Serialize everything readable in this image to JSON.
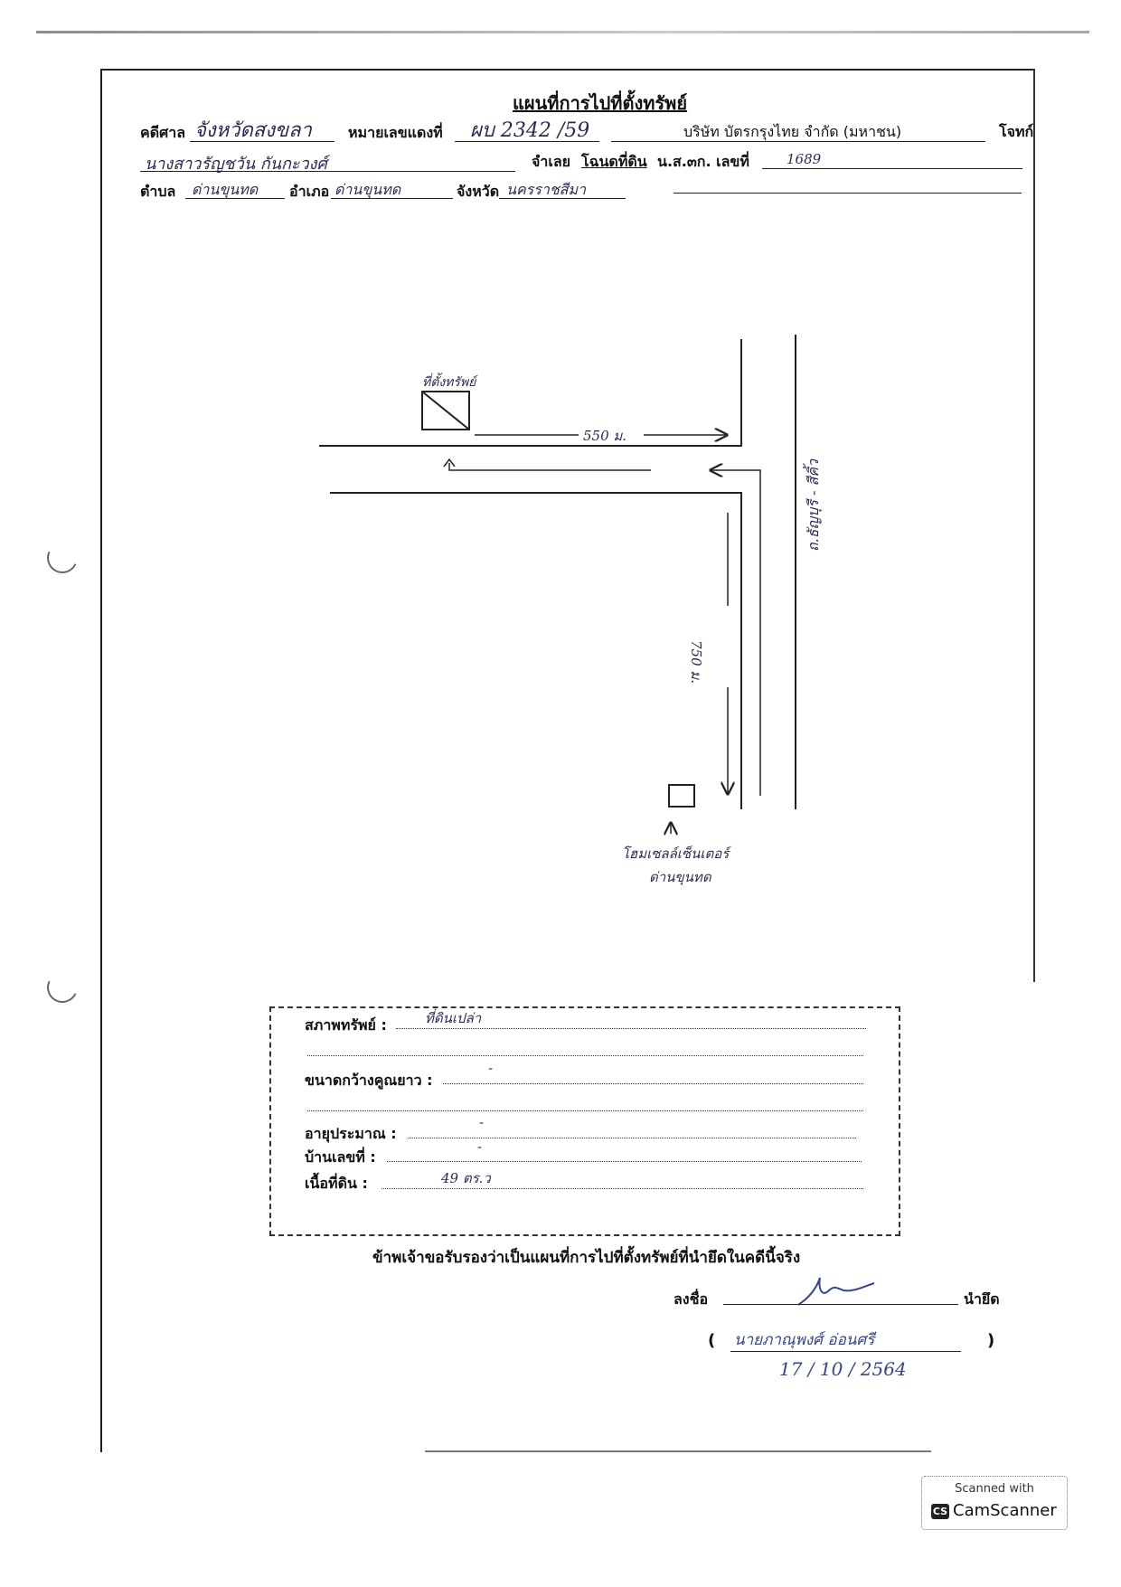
{
  "document": {
    "title": "แผนที่การไปที่ตั้งทรัพย์",
    "court_label": "คดีศาล",
    "court_value": "จังหวัดสงขลา",
    "case_no_label": "หมายเลขแดงที่",
    "case_no_value": "ผบ 2342 /59",
    "plaintiff_name": "บริษัท บัตรกรุงไทย จำกัด (มหาชน)",
    "plaintiff_label": "โจทก์",
    "defendant_name": "นางสาวรัญชวัน กันกะวงศ์",
    "defendant_label": "จำเลย",
    "deed_type": "โฉนดที่ดิน",
    "deed_no_label": "น.ส.๓ก. เลขที่",
    "deed_no_value": "1689",
    "subdistrict_label": "ตำบล",
    "subdistrict_value": "ด่านขุนทด",
    "district_label": "อำเภอ",
    "district_value": "ด่านขุนทด",
    "province_label": "จังหวัด",
    "province_value": "นครราชสีมา"
  },
  "map": {
    "property_label": "ที่ตั้งทรัพย์",
    "distance_top": "550 ม.",
    "distance_side": "750 ม.",
    "road_name": "ถ.ธัญบุรี - สีคิ้ว",
    "landmark_line1": "โฮมเซลล์เซ็นเตอร์",
    "landmark_line2": "ด่านขุนทด"
  },
  "property_box": {
    "condition_label": "สภาพทรัพย์ :",
    "condition_value": "ที่ดินเปล่า",
    "size_label": "ขนาดกว้างคูณยาว :",
    "size_value": "-",
    "age_label": "อายุประมาณ :",
    "age_value": "-",
    "house_no_label": "บ้านเลขที่ :",
    "house_no_value": "-",
    "area_label": "เนื้อที่ดิน :",
    "area_value": "49 ตร.ว"
  },
  "certification": {
    "statement": "ข้าพเจ้าขอรับรองว่าเป็นแผนที่การไปที่ตั้งทรัพย์ที่นำยึดในคดีนี้จริง",
    "sign_label": "ลงชื่อ",
    "role_label": "นำยึด",
    "open_paren": "(",
    "signer_name": "นายภาณุพงศ์ อ่อนศรี",
    "close_paren": ")",
    "date": "17 / 10 / 2564"
  },
  "watermark": {
    "line1": "Scanned with",
    "logo": "CS",
    "brand": "CamScanner"
  }
}
